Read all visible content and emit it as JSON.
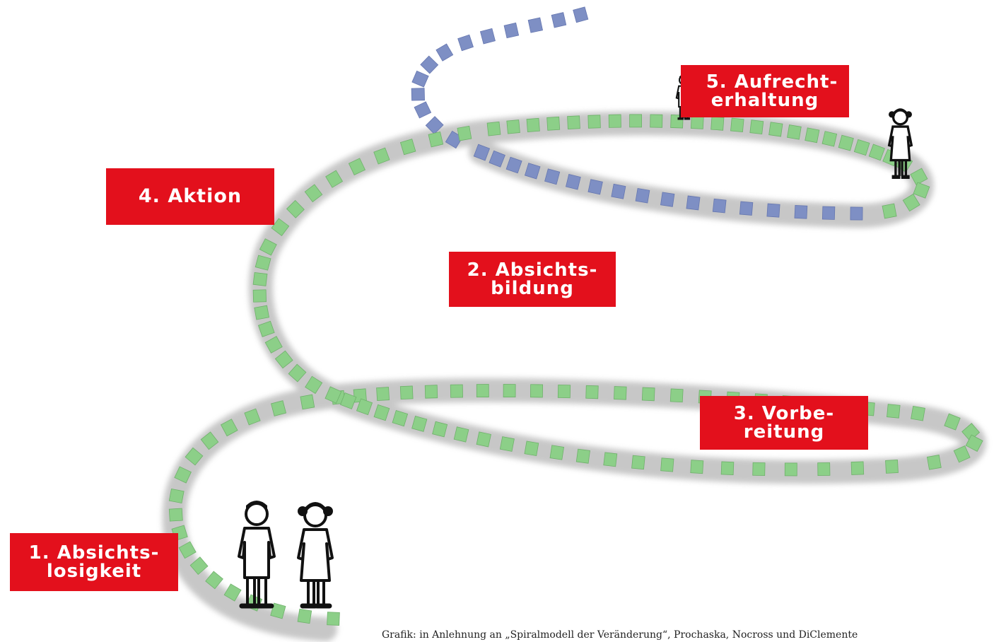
{
  "colors": {
    "step_green": "#8ccf88",
    "step_green_shadow": "#b9b9b9",
    "step_blue": "#7e8fc4",
    "label_red": "#e3101c",
    "label_text": "#ffffff"
  },
  "stages": [
    {
      "line1": "1. Absichts-",
      "line2": "losigkeit"
    },
    {
      "line1": "2. Absichts-",
      "line2": "bildung"
    },
    {
      "line1": "3. Vorbe-",
      "line2": "reitung"
    },
    {
      "line1": "4. Aktion",
      "line2": ""
    },
    {
      "line1": "5. Aufrecht-",
      "line2": "erhaltung"
    }
  ],
  "figures": [
    "boy-figure",
    "girl-figure",
    "boy-figure-small",
    "girl-figure-small"
  ],
  "caption": "Grafik: in Anlehnung an „Spiralmodell der Veränderung“, Prochaska, Nocross und DiClemente"
}
